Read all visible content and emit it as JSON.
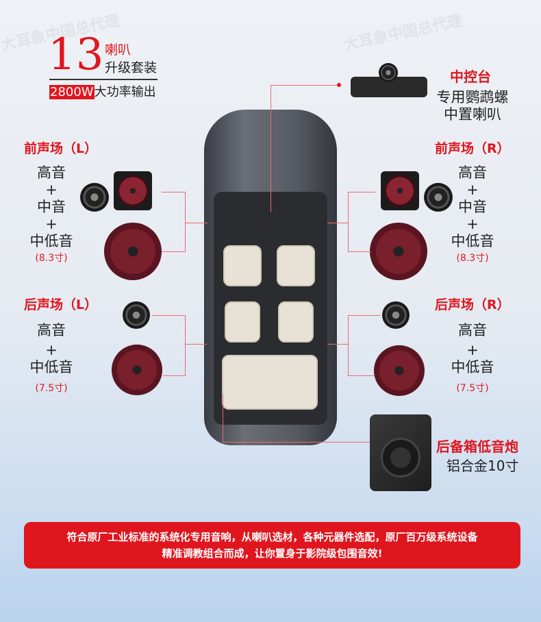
{
  "watermark": "大耳象中国总代理",
  "header": {
    "count": "13",
    "line1": "喇叭",
    "line2": "升级套装",
    "power": "2800W",
    "power_text": "大功率输出"
  },
  "center": {
    "title": "中控台",
    "line1": "专用鹦鹉螺",
    "line2": "中置喇叭"
  },
  "front_left": {
    "title": "前声场（L）",
    "items": [
      "高音",
      "+",
      "中音",
      "+",
      "中低音"
    ],
    "size": "(8.3寸)"
  },
  "front_right": {
    "title": "前声场（R）",
    "items": [
      "高音",
      "+",
      "中音",
      "+",
      "中低音"
    ],
    "size": "(8.3寸)"
  },
  "rear_left": {
    "title": "后声场（L）",
    "items": [
      "高音",
      "+",
      "中低音"
    ],
    "size": "(7.5寸)"
  },
  "rear_right": {
    "title": "后声场（R）",
    "items": [
      "高音",
      "+",
      "中低音"
    ],
    "size": "(7.5寸)"
  },
  "sub": {
    "title": "后备箱低音炮",
    "desc": "铝合金10寸"
  },
  "banner": {
    "line1": "符合原厂工业标准的系统化专用音响，从喇叭选材，各种元器件选配，原厂百万级系统设备",
    "line2": "精准调教组合而成，让你置身于影院级包围音效!"
  },
  "colors": {
    "accent": "#e0161f",
    "banner": "#e0161f"
  }
}
